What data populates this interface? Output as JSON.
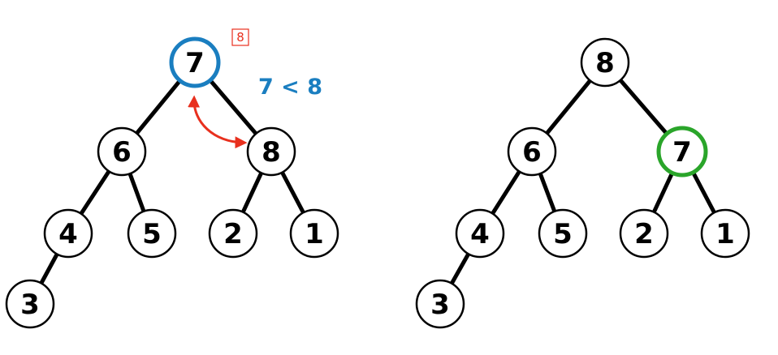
{
  "colors": {
    "highlight_compare": "#1a7ec0",
    "highlight_result": "#2aa52a",
    "swap_arrow": "#e8301e",
    "badge": "#e8301e",
    "default_stroke": "#000000"
  },
  "left_tree": {
    "nodes": [
      {
        "id": "root",
        "label": "7",
        "highlight": "compare"
      },
      {
        "id": "l",
        "label": "6"
      },
      {
        "id": "r",
        "label": "8"
      },
      {
        "id": "ll",
        "label": "4"
      },
      {
        "id": "lr",
        "label": "5"
      },
      {
        "id": "rl",
        "label": "2"
      },
      {
        "id": "rr",
        "label": "1"
      },
      {
        "id": "lll",
        "label": "3"
      }
    ],
    "edges": [
      [
        "root",
        "l"
      ],
      [
        "root",
        "r"
      ],
      [
        "l",
        "ll"
      ],
      [
        "l",
        "lr"
      ],
      [
        "r",
        "rl"
      ],
      [
        "r",
        "rr"
      ],
      [
        "ll",
        "lll"
      ]
    ],
    "badge": "8",
    "comparison": "7 < 8"
  },
  "right_tree": {
    "nodes": [
      {
        "id": "root",
        "label": "8"
      },
      {
        "id": "l",
        "label": "6"
      },
      {
        "id": "r",
        "label": "7",
        "highlight": "result"
      },
      {
        "id": "ll",
        "label": "4"
      },
      {
        "id": "lr",
        "label": "5"
      },
      {
        "id": "rl",
        "label": "2"
      },
      {
        "id": "rr",
        "label": "1"
      },
      {
        "id": "lll",
        "label": "3"
      }
    ],
    "edges": [
      [
        "root",
        "l"
      ],
      [
        "root",
        "r"
      ],
      [
        "l",
        "ll"
      ],
      [
        "l",
        "lr"
      ],
      [
        "r",
        "rl"
      ],
      [
        "r",
        "rr"
      ],
      [
        "ll",
        "lll"
      ]
    ]
  }
}
